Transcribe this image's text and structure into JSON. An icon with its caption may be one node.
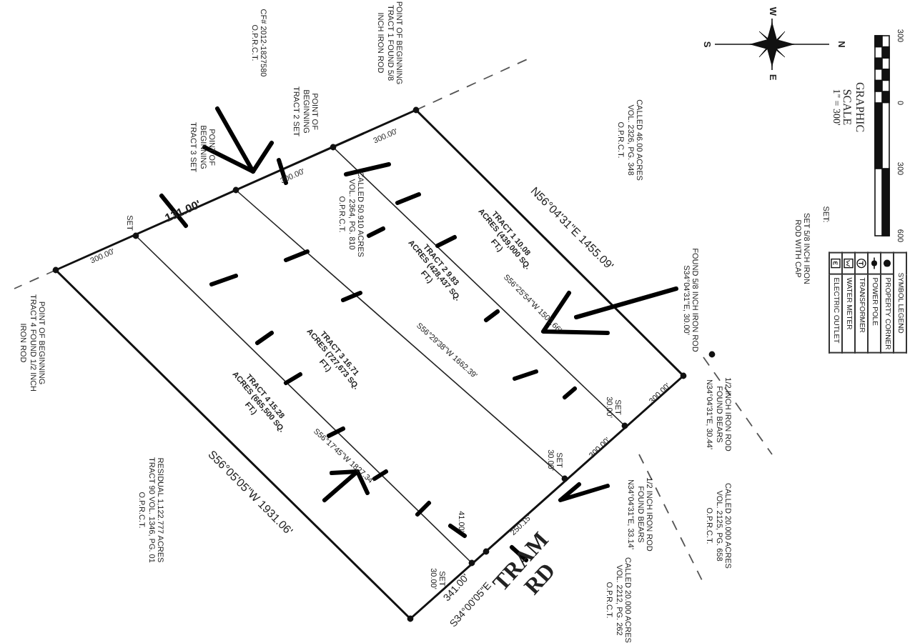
{
  "diagram": {
    "labels": [
      "POINT OF BEGINNING TRACT 1 FOUND 5/8 INCH IRON ROD",
      "CF# 2012-1827580 O.P.R.C.T.",
      "POINT OF BEGINNING TRACT 2 SET",
      "POINT OF BEGINNING TRACT 3 SET",
      "300.00'",
      "300.00'",
      "131.00'",
      "300.00'",
      "SET",
      "POINT OF BEGINNING TRACT 4 FOUND 1/2 INCH IRON ROD",
      "CALLED 50.910 ACRES VOL. 2364, PG. 810 O.P.R.C.T.",
      "N56°04'31\"E 1455.09'",
      "CALLED 46.00 ACRES VOL. 2326, PG. 348 O.P.R.C.T.",
      "TRACT 1 10.08 ACRES (439,000 SQ. FT.)",
      "S56°25'54\"W 1500.66'",
      "TRACT 2 9.83 ACRES (428,437 SQ. FT.)",
      "S56°29'38\"W 1662.39'",
      "TRACT 3 16.71 ACRES (727,673 SQ. FT.)",
      "S56°17'45\"W 1827.34'",
      "TRACT 4 15.28 ACRES (665,500 SQ. FT.)",
      "S56°05'05\"W 1931.06'",
      "RESIDUAL 1,122.777 ACRES TRACT 90 VOL. 1346, PG. 01 O.P.R.C.T.",
      "SET 30.00'",
      "SET 30.00'",
      "SET 30.00'",
      "41.00'",
      "300.00'",
      "300.00'",
      "250.15'",
      "FOUND 5/8 INCH IRON ROD S34°04'31\"E, 30.00'",
      "1/2 INCH IRON ROD FOUND BEARS N34°04'31\"E, 30.44'",
      "1/2 INCH IRON ROD FOUND BEARS N34°04'31\"E, 33.14'",
      "CALLED 20.000 ACRES VOL. 2125, PG. 658 O.P.R.C.T.",
      "CALLED 20.000 ACRES VOL. 2212, PG. 262 O.P.R.C.T.",
      "TRAM RD",
      "S34°00'05\"E",
      "341.00'",
      "GRAPHIC SCALE",
      "1\" = 300'",
      "300",
      "0",
      "300",
      "600",
      "N",
      "S",
      "W",
      "E",
      "SYMBOL LEGEND",
      "SET:",
      "SET 5/8 INCH IRON ROD WITH CAP"
    ],
    "legend": [
      {
        "text": "PROPERTY CORNER"
      },
      {
        "text": "POWER POLE"
      },
      {
        "text": "TRANSFORMER"
      },
      {
        "text": "WATER METER"
      },
      {
        "text": "ELECTRIC OUTLET"
      }
    ]
  }
}
